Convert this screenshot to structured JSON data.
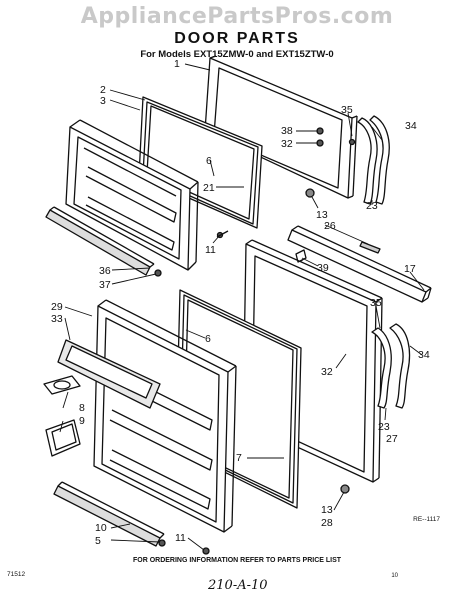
{
  "header": {
    "watermark": "AppliancePartsPros.com",
    "title": "DOOR PARTS",
    "subtitle": "For Models EXT15ZMW-0 and EXT15ZTW-0"
  },
  "callouts": {
    "c1": "1",
    "c2": "2",
    "c3": "3",
    "c35a": "35",
    "c34a": "34",
    "c38": "38",
    "c32a": "32",
    "c6a": "6",
    "c21": "21",
    "c23a": "23",
    "c13a": "13",
    "c11a": "11",
    "c26": "26",
    "c36": "36",
    "c37": "37",
    "c39": "39",
    "c17": "17",
    "c29": "29",
    "c33": "33",
    "c35b": "35",
    "c6b": "6",
    "c32b": "32",
    "c34b": "34",
    "c23b": "23",
    "c27": "27",
    "c8": "8",
    "c9": "9",
    "c7": "7",
    "c13b": "13",
    "c28": "28",
    "c10": "10",
    "c5": "5",
    "c11b": "11"
  },
  "footer": {
    "ordering_note": "FOR ORDERING INFORMATION REFER TO PARTS PRICE LIST",
    "figure_code": "RE--1117",
    "page_code": "71512",
    "ref_code": "10",
    "handwritten": "210-A-10"
  }
}
